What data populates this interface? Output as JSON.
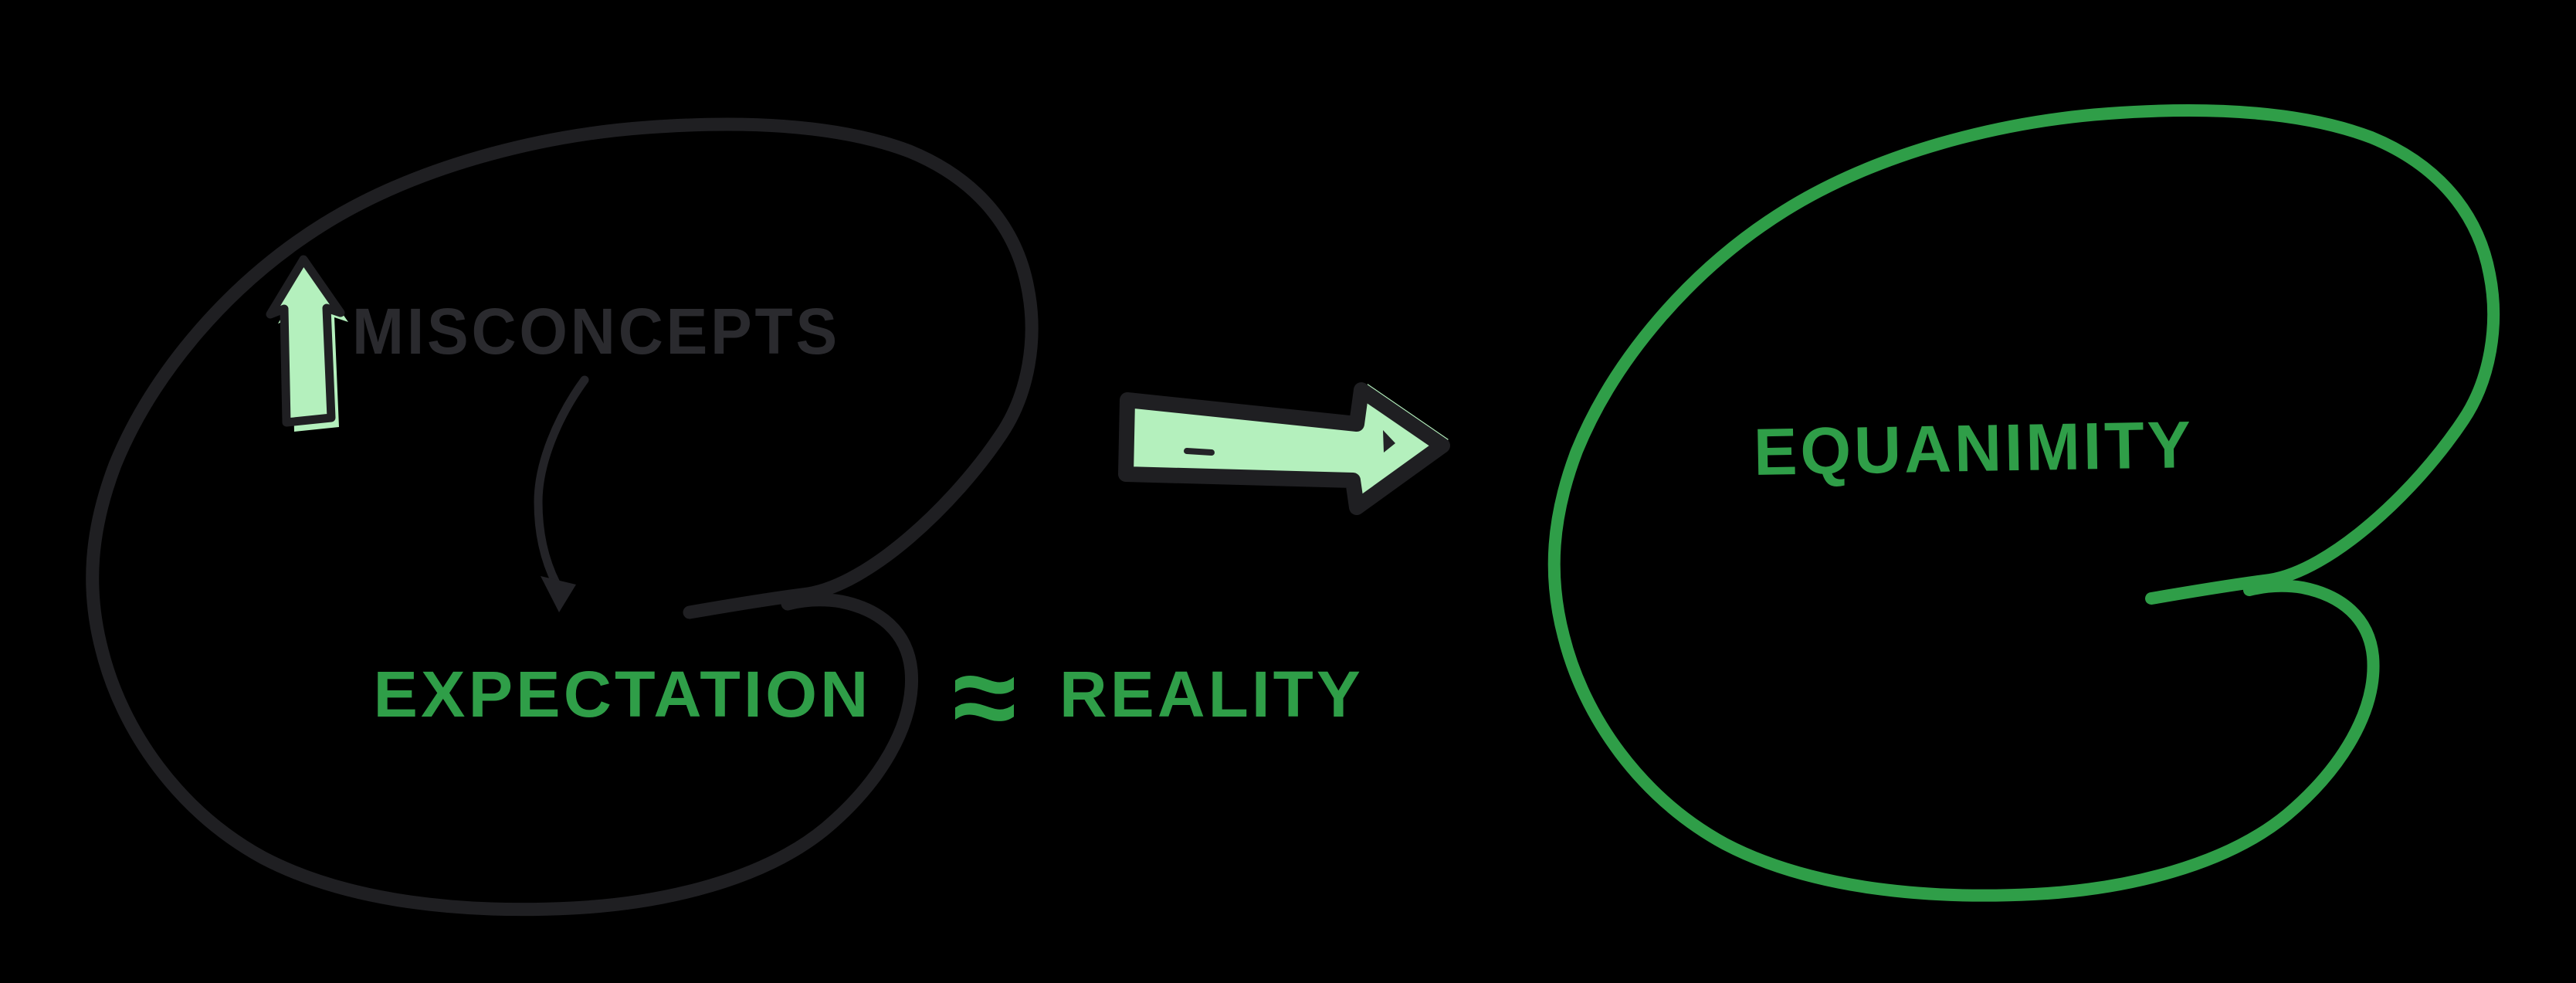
{
  "diagram": {
    "title_hint": "hand-drawn sketch: misconceptions loop transforming into equanimity",
    "background_color": "#000000",
    "colors": {
      "dark_ink": "#1f1f22",
      "dark_text": "#2a2a2e",
      "green_ink": "#2f9e48",
      "light_green_fill": "#b4f0bd"
    },
    "left_blob": {
      "outline_color": "#1f1f22",
      "labels": {
        "misconcepts": "MISCONCEPTS",
        "expectation": "EXPECTATION"
      },
      "icons": [
        "up-arrow-icon",
        "curved-down-arrow-icon"
      ]
    },
    "comparison": {
      "approx_symbol": "≈",
      "reality_label": "REALITY"
    },
    "transition": {
      "icon": "right-arrow-icon",
      "fill_color": "#b4f0bd"
    },
    "right_blob": {
      "outline_color": "#2f9e48",
      "label": "EQUANIMITY"
    }
  }
}
